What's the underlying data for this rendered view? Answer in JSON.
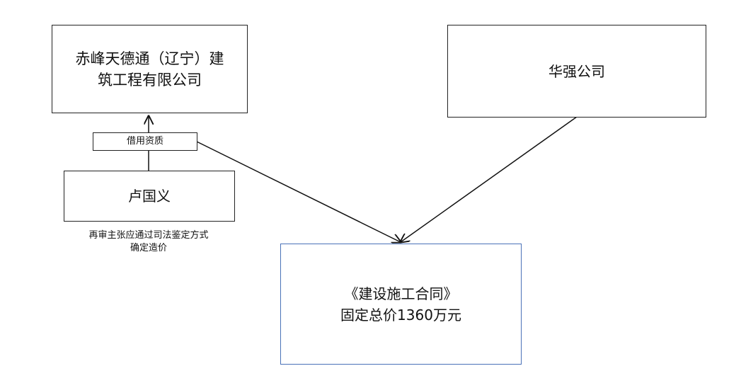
{
  "nodes": {
    "contractor_company": {
      "line1": "赤峰天德通（辽宁）建",
      "line2": "筑工程有限公司"
    },
    "huaqiang": {
      "label": "华强公司"
    },
    "lu_guoyi": {
      "label": "卢国义"
    },
    "qualification_label": {
      "label": "借用资质"
    },
    "contract": {
      "line1": "《建设施工合同》",
      "line2": "固定总价1360万元"
    }
  },
  "note": {
    "line1": "再审主张应通过司法鉴定方式",
    "line2": "确定造价"
  },
  "colors": {
    "border": "#222222",
    "contract_border": "#4a72b8",
    "line": "#111111"
  }
}
